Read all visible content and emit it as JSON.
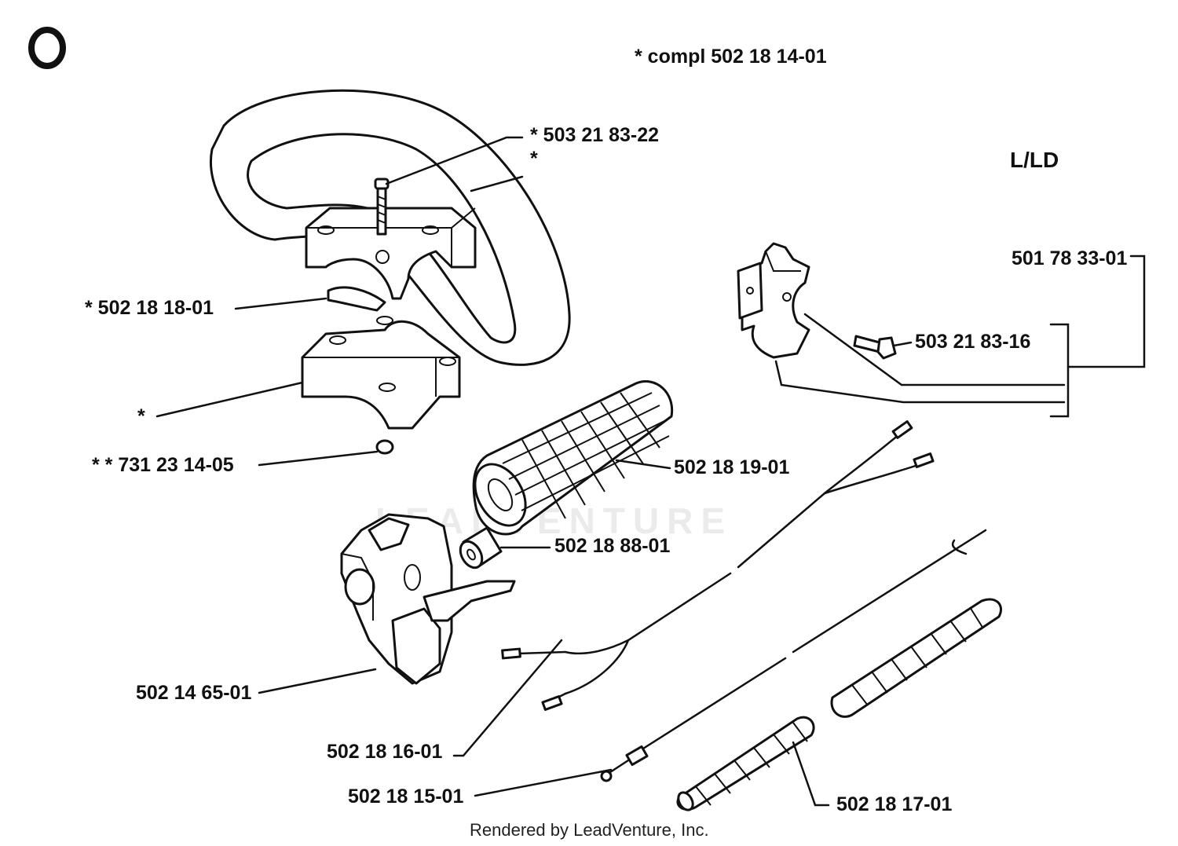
{
  "diagram": {
    "variant_label": "L/LD",
    "complete_note": "*  compl 502 18 14-01",
    "parts": [
      {
        "id": "p1",
        "label": "*  503 21 83-22"
      },
      {
        "id": "p2",
        "label": "*"
      },
      {
        "id": "p3",
        "label": "*  502 18 18-01"
      },
      {
        "id": "p4",
        "label": "*"
      },
      {
        "id": "p5",
        "label": "*   *  731 23 14-05"
      },
      {
        "id": "p6",
        "label": "502 18 19-01"
      },
      {
        "id": "p7",
        "label": "502 18 88-01"
      },
      {
        "id": "p8",
        "label": "502 14 65-01"
      },
      {
        "id": "p9",
        "label": "502 18 16-01"
      },
      {
        "id": "p10",
        "label": "502 18 15-01"
      },
      {
        "id": "p11",
        "label": "502 18 17-01"
      },
      {
        "id": "p12",
        "label": "501 78 33-01"
      },
      {
        "id": "p13",
        "label": "503 21 83-16"
      }
    ],
    "credit": "Rendered by LeadVenture, Inc.",
    "watermark": "LEADVENTURE"
  }
}
